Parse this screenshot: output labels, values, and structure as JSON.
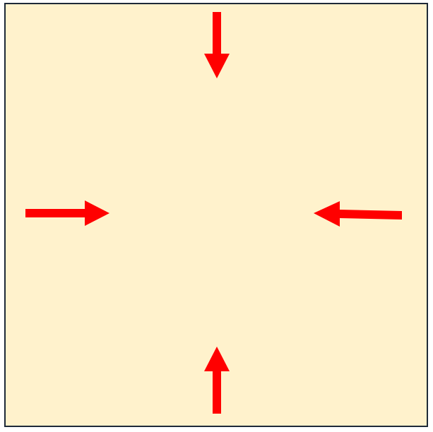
{
  "diagram": {
    "background_color": "#FFF2CC",
    "border_color": "#1E2A38",
    "arrow_color": "#FF0000",
    "arrows": [
      {
        "name": "arrow-top-down",
        "direction": "down"
      },
      {
        "name": "arrow-left-right",
        "direction": "right"
      },
      {
        "name": "arrow-right-left",
        "direction": "left"
      },
      {
        "name": "arrow-bottom-up",
        "direction": "up"
      }
    ]
  }
}
